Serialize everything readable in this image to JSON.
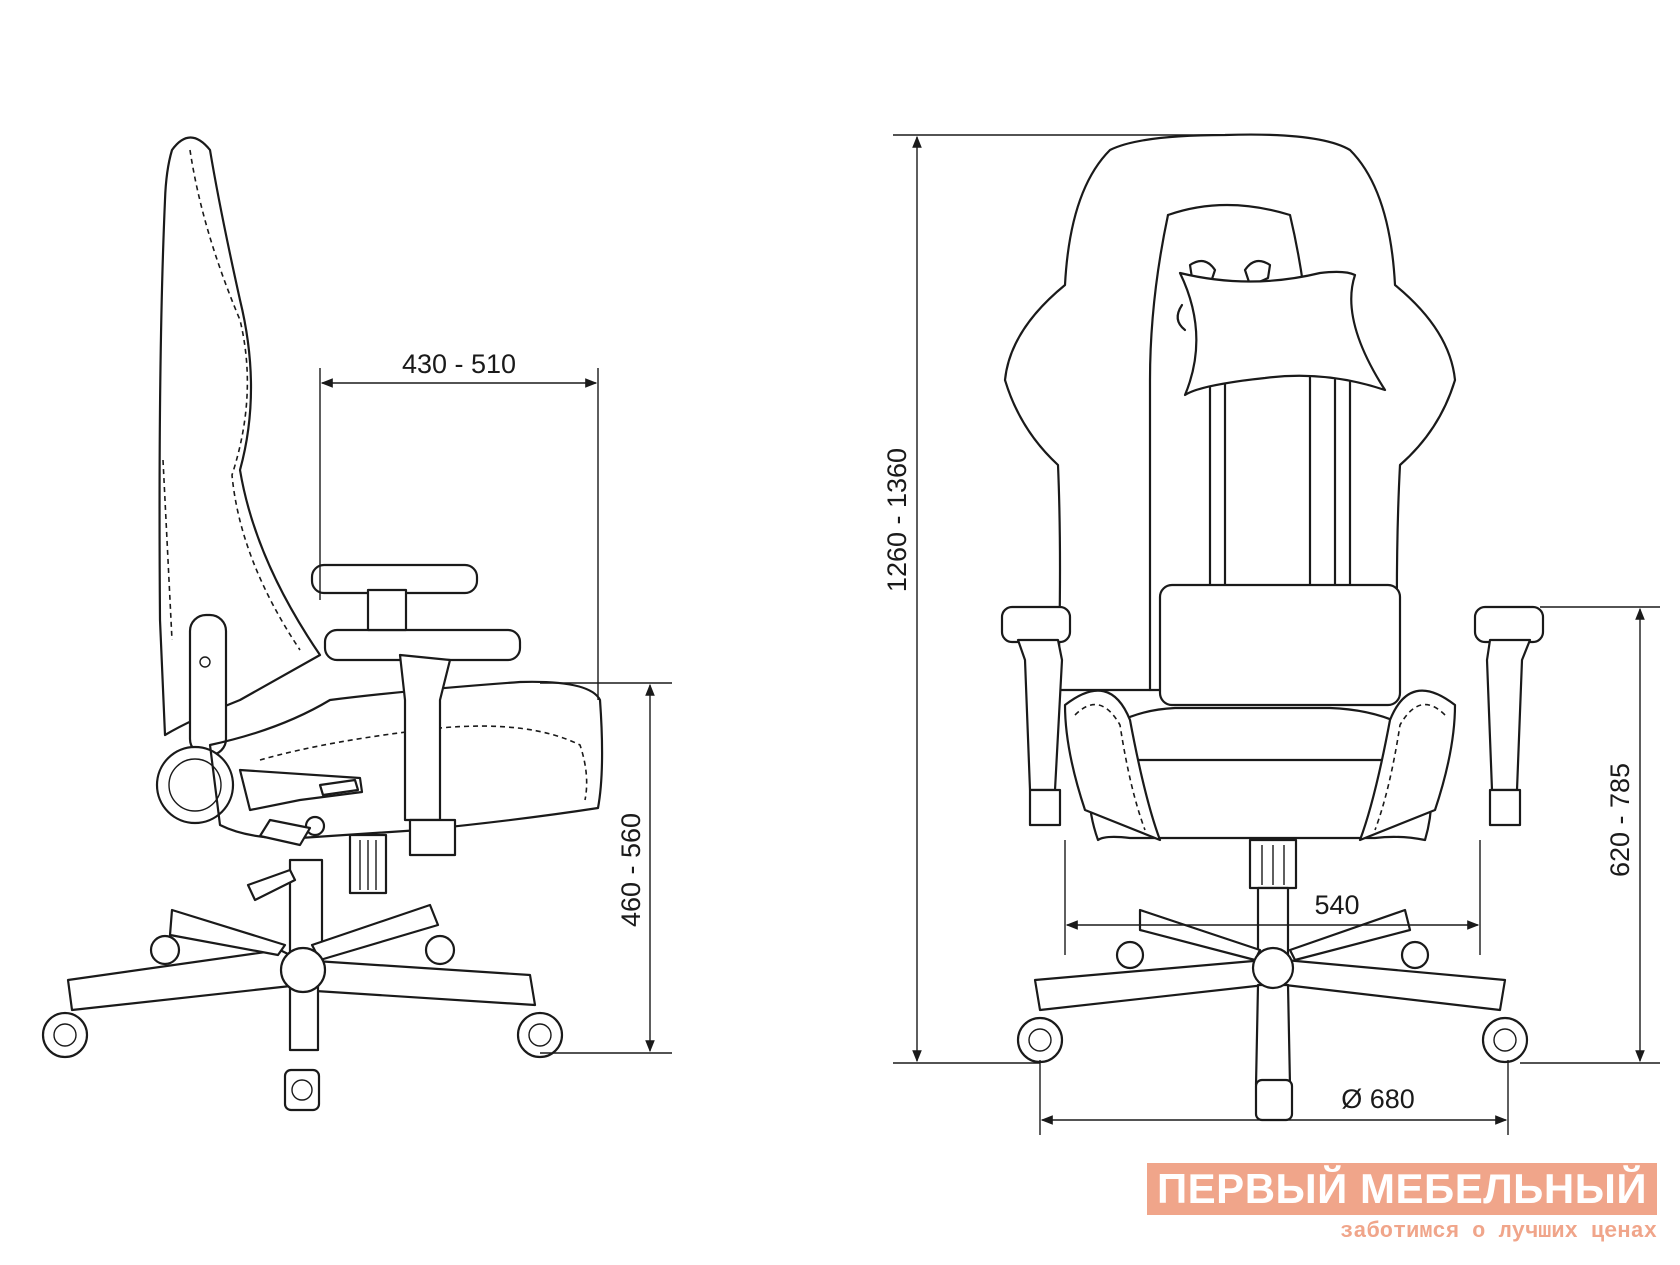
{
  "dimensions": {
    "seat_depth": "430 - 510",
    "seat_height": "460 - 560",
    "total_height": "1260 - 1360",
    "armrest_height": "620 - 785",
    "seat_width": "540",
    "base_diameter": "Ø 680"
  },
  "watermark": {
    "brand": "ПЕРВЫЙ МЕБЕЛЬНЫЙ",
    "slogan": "заботимся о лучших ценах"
  },
  "colors": {
    "line": "#1a1a1a",
    "watermark": "#f0a58a"
  }
}
